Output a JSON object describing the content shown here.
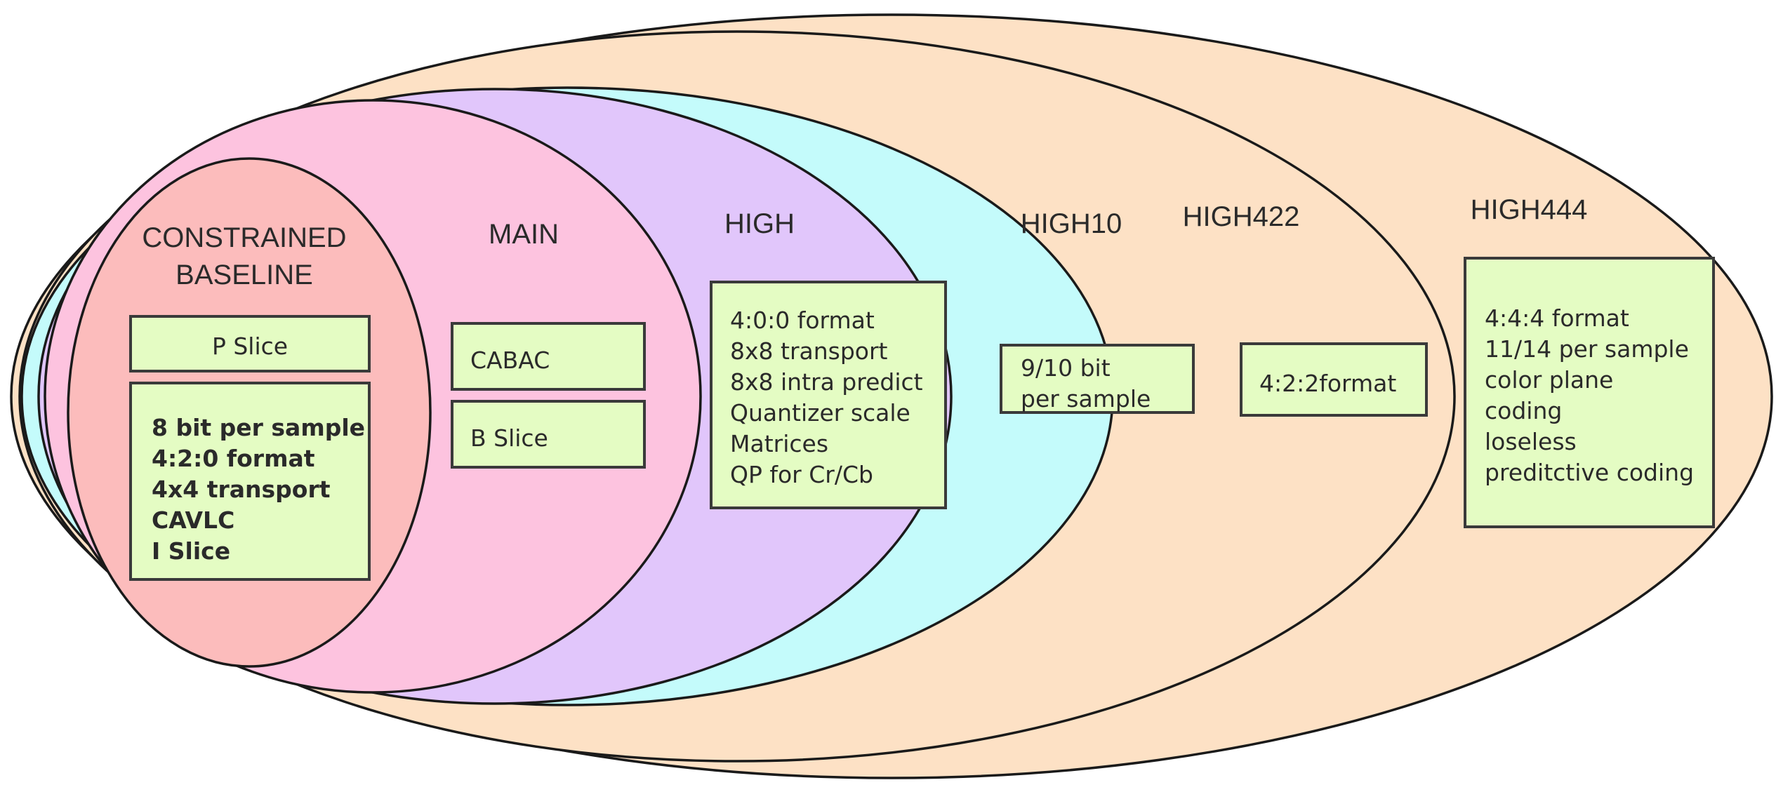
{
  "colors": {
    "high444": "#fde1c5",
    "high422": "#fde1c5",
    "high10": "#c4fbfb",
    "high": "#e1c6fb",
    "main": "#fdc3df",
    "constrained_baseline": "#fcbcbc",
    "feature_box": "#e4fcc3",
    "outline": "#1a1a1a"
  },
  "profiles": {
    "constrained_baseline": {
      "title_lines": [
        "CONSTRAINED",
        "BASELINE"
      ],
      "boxes": [
        {
          "lines": [
            "P Slice"
          ]
        },
        {
          "lines": [
            "8 bit per sample",
            "4:2:0 format",
            "4x4 transport",
            "CAVLC",
            "I Slice"
          ]
        }
      ]
    },
    "main": {
      "title": "MAIN",
      "boxes": [
        {
          "lines": [
            "CABAC"
          ]
        },
        {
          "lines": [
            "B Slice"
          ]
        }
      ]
    },
    "high": {
      "title": "HIGH",
      "boxes": [
        {
          "lines": [
            "4:0:0 format",
            "8x8 transport",
            "8x8 intra predict",
            "Quantizer scale",
            "Matrices",
            "QP for Cr/Cb"
          ]
        }
      ]
    },
    "high10": {
      "title": "HIGH10",
      "boxes": [
        {
          "lines": [
            "9/10 bit",
            "per sample"
          ]
        }
      ]
    },
    "high422": {
      "title": "HIGH422",
      "boxes": [
        {
          "lines": [
            "4:2:2format"
          ]
        }
      ]
    },
    "high444": {
      "title": "HIGH444",
      "boxes": [
        {
          "lines": [
            "4:4:4 format",
            "11/14 per sample",
            "color plane",
            "coding",
            "loseless",
            "preditctive coding"
          ]
        }
      ]
    }
  }
}
